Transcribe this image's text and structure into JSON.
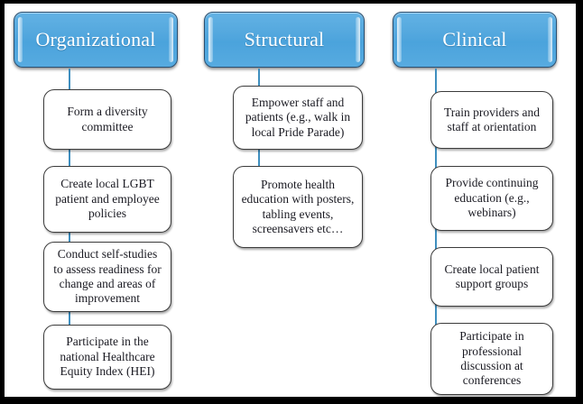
{
  "diagram": {
    "type": "org-chart",
    "title": "",
    "frame_color": "#000000",
    "header_color": "#54a8de",
    "header_text_color": "#ffffff",
    "connector_color": "#3f8fbf",
    "node_background": "#ffffff",
    "node_border_color": "#3b3b3b",
    "columns": [
      {
        "id": "organizational",
        "header": "Organizational",
        "nodes": [
          {
            "text": "Form a diversity committee"
          },
          {
            "text": "Create local LGBT patient and employee policies"
          },
          {
            "text": "Conduct self-studies to assess readiness for change and areas of improvement"
          },
          {
            "text": "Participate in the national Healthcare Equity Index (HEI)"
          }
        ]
      },
      {
        "id": "structural",
        "header": "Structural",
        "nodes": [
          {
            "text": "Empower staff and patients (e.g., walk in local Pride Parade)"
          },
          {
            "text": "Promote health education with posters, tabling events, screensavers etc…"
          }
        ]
      },
      {
        "id": "clinical",
        "header": "Clinical",
        "nodes": [
          {
            "text": "Train providers and staff at orientation"
          },
          {
            "text": "Provide continuing education (e.g., webinars)"
          },
          {
            "text": "Create local patient support groups"
          },
          {
            "text": "Participate in professional discussion at conferences"
          }
        ]
      }
    ]
  }
}
